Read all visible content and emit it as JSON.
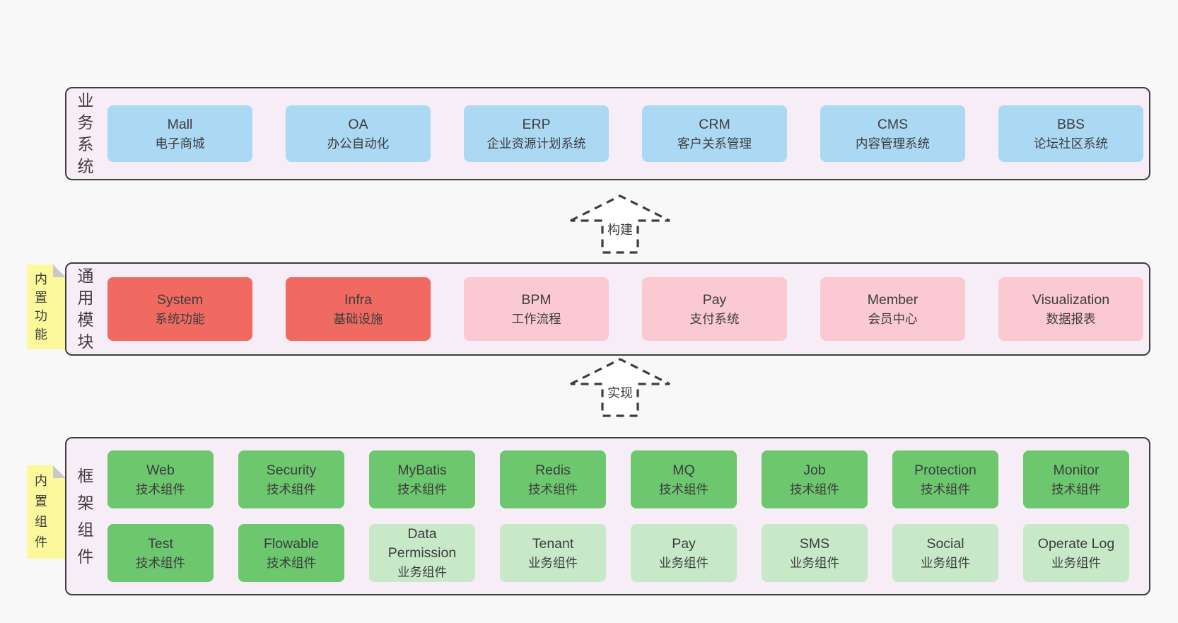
{
  "colors": {
    "page_bg": "#f8f8f8",
    "band_bg": "#f7edf7",
    "border": "#3e3e3e",
    "text": "#3d3d3d",
    "blue": "#abd8f3",
    "red": "#f06a62",
    "pink": "#fbc9d2",
    "green": "#6cc76e",
    "light_green": "#c8e9c8",
    "sticky_yellow": "#fbf99c",
    "fold_gray": "#c9c9c9",
    "arrow_fill": "#ffffff"
  },
  "arrows": [
    {
      "label": "构建"
    },
    {
      "label": "实现"
    }
  ],
  "bands": [
    {
      "label": "业务系统",
      "rows": [
        [
          {
            "name": "Mall",
            "desc": "电子商城",
            "color": "blue"
          },
          {
            "name": "OA",
            "desc": "办公自动化",
            "color": "blue"
          },
          {
            "name": "ERP",
            "desc": "企业资源计划系统",
            "color": "blue"
          },
          {
            "name": "CRM",
            "desc": "客户关系管理",
            "color": "blue"
          },
          {
            "name": "CMS",
            "desc": "内容管理系统",
            "color": "blue"
          },
          {
            "name": "BBS",
            "desc": "论坛社区系统",
            "color": "blue"
          }
        ]
      ]
    },
    {
      "label": "通用模块",
      "sticky": "内置功能",
      "rows": [
        [
          {
            "name": "System",
            "desc": "系统功能",
            "color": "red"
          },
          {
            "name": "Infra",
            "desc": "基础设施",
            "color": "red"
          },
          {
            "name": "BPM",
            "desc": "工作流程",
            "color": "pink"
          },
          {
            "name": "Pay",
            "desc": "支付系统",
            "color": "pink"
          },
          {
            "name": "Member",
            "desc": "会员中心",
            "color": "pink"
          },
          {
            "name": "Visualization",
            "desc": "数据报表",
            "color": "pink"
          }
        ]
      ]
    },
    {
      "label": "框架组件",
      "sticky": "内置组件",
      "rows": [
        [
          {
            "name": "Web",
            "desc": "技术组件",
            "color": "green"
          },
          {
            "name": "Security",
            "desc": "技术组件",
            "color": "green"
          },
          {
            "name": "MyBatis",
            "desc": "技术组件",
            "color": "green"
          },
          {
            "name": "Redis",
            "desc": "技术组件",
            "color": "green"
          },
          {
            "name": "MQ",
            "desc": "技术组件",
            "color": "green"
          },
          {
            "name": "Job",
            "desc": "技术组件",
            "color": "green"
          },
          {
            "name": "Protection",
            "desc": "技术组件",
            "color": "green"
          },
          {
            "name": "Monitor",
            "desc": "技术组件",
            "color": "green"
          }
        ],
        [
          {
            "name": "Test",
            "desc": "技术组件",
            "color": "green"
          },
          {
            "name": "Flowable",
            "desc": "技术组件",
            "color": "green"
          },
          {
            "name": "Data Permission",
            "desc": "业务组件",
            "color": "lightgreen"
          },
          {
            "name": "Tenant",
            "desc": "业务组件",
            "color": "lightgreen"
          },
          {
            "name": "Pay",
            "desc": "业务组件",
            "color": "lightgreen"
          },
          {
            "name": "SMS",
            "desc": "业务组件",
            "color": "lightgreen"
          },
          {
            "name": "Social",
            "desc": "业务组件",
            "color": "lightgreen"
          },
          {
            "name": "Operate Log",
            "desc": "业务组件",
            "color": "lightgreen"
          }
        ]
      ]
    }
  ]
}
